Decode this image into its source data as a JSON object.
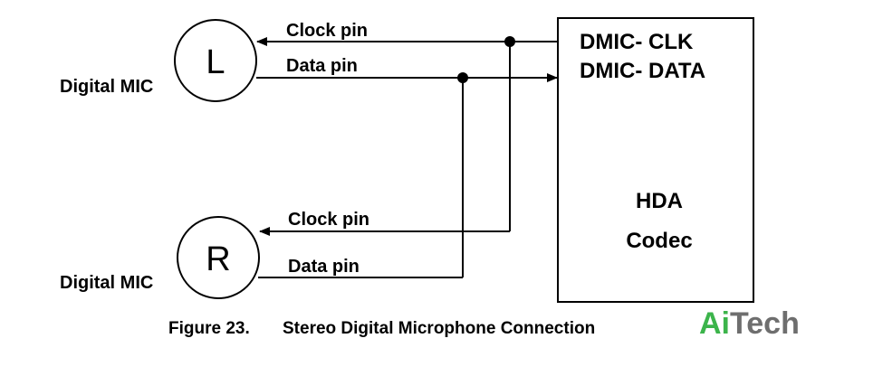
{
  "mic_top": {
    "letter": "L",
    "label": "Digital MIC",
    "clock_label": "Clock pin",
    "data_label": "Data pin"
  },
  "mic_bottom": {
    "letter": "R",
    "label": "Digital MIC",
    "clock_label": "Clock pin",
    "data_label": "Data pin"
  },
  "codec": {
    "pin_clk": "DMIC- CLK",
    "pin_data": "DMIC- DATA",
    "name_line1": "HDA",
    "name_line2": "Codec"
  },
  "caption": {
    "number": "Figure 23.",
    "title": "Stereo Digital Microphone Connection"
  },
  "logo": {
    "part1": "Ai",
    "part2": "Tech",
    "color1": "#3cb44b",
    "color2": "#6e6e6e"
  }
}
